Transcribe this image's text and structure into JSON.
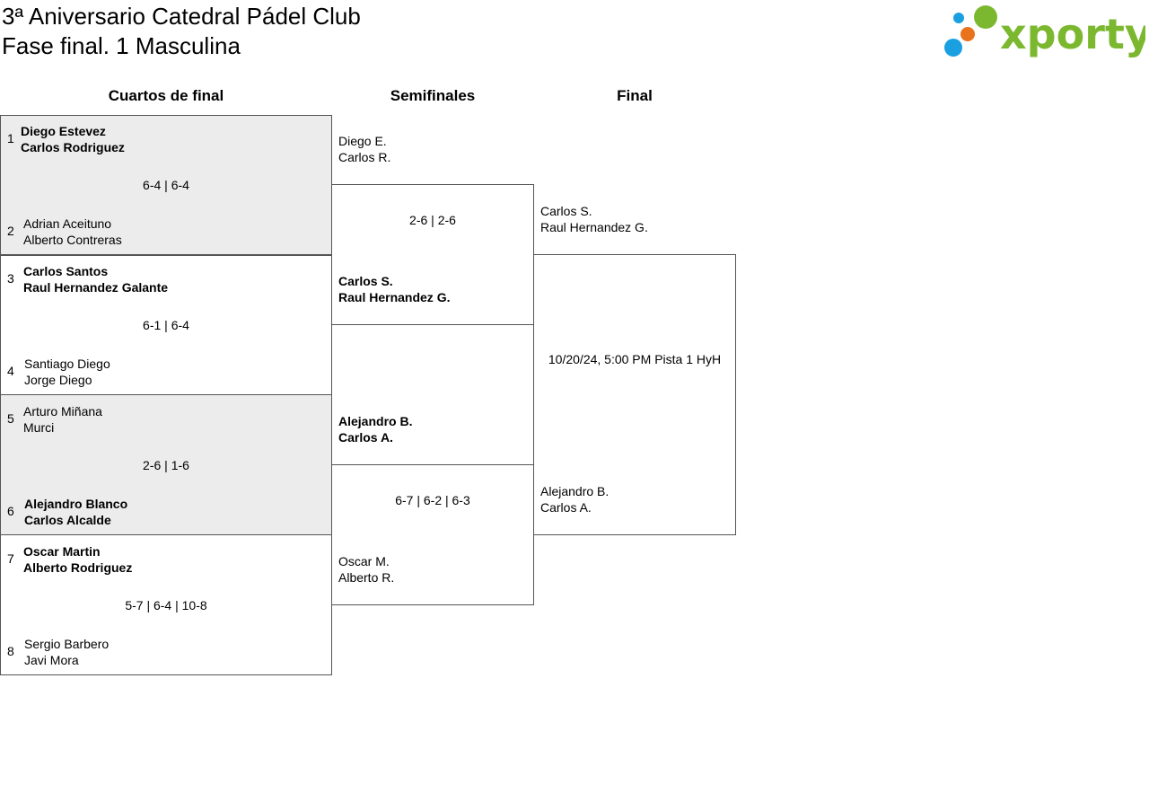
{
  "header": {
    "title_line1": "3ª Aniversario Catedral Pádel Club",
    "title_line2": "Fase final. 1 Masculina",
    "logo_text": "xporty",
    "logo_colors": {
      "green": "#7cb82f",
      "blue": "#1aa0e0",
      "orange": "#e8731c"
    }
  },
  "rounds": {
    "quarterfinals": "Cuartos de final",
    "semifinals": "Semifinales",
    "final": "Final"
  },
  "quarterfinals": [
    {
      "seed_top": "1",
      "top": [
        "Diego Estevez",
        "Carlos Rodriguez"
      ],
      "score": "6-4 | 6-4",
      "seed_bottom": "2",
      "bottom": [
        "Adrian Aceituno",
        "Alberto Contreras"
      ]
    },
    {
      "seed_top": "3",
      "top": [
        "Carlos Santos",
        "Raul Hernandez Galante"
      ],
      "score": "6-1 | 6-4",
      "seed_bottom": "4",
      "bottom": [
        "Santiago Diego",
        "Jorge Diego"
      ]
    },
    {
      "seed_top": "5",
      "top": [
        "Arturo Miñana",
        "Murci"
      ],
      "score": "2-6 | 1-6",
      "seed_bottom": "6",
      "bottom": [
        "Alejandro Blanco",
        "Carlos Alcalde"
      ]
    },
    {
      "seed_top": "7",
      "top": [
        "Oscar Martin",
        "Alberto Rodriguez"
      ],
      "score": "5-7 | 6-4 | 10-8",
      "seed_bottom": "8",
      "bottom": [
        "Sergio Barbero",
        "Javi Mora"
      ]
    }
  ],
  "semifinals": [
    {
      "top": [
        "Diego E.",
        "Carlos R."
      ],
      "score": "2-6 | 2-6",
      "bottom": [
        "Carlos S.",
        "Raul Hernandez G."
      ]
    },
    {
      "top": [
        "Alejandro B.",
        "Carlos A."
      ],
      "score": "6-7 | 6-2 | 6-3",
      "bottom": [
        "Oscar M.",
        "Alberto R."
      ]
    }
  ],
  "final": {
    "top": [
      "Carlos S.",
      "Raul Hernandez G."
    ],
    "schedule": "10/20/24, 5:00 PM Pista 1 HyH",
    "bottom": [
      "Alejandro B.",
      "Carlos A."
    ]
  }
}
